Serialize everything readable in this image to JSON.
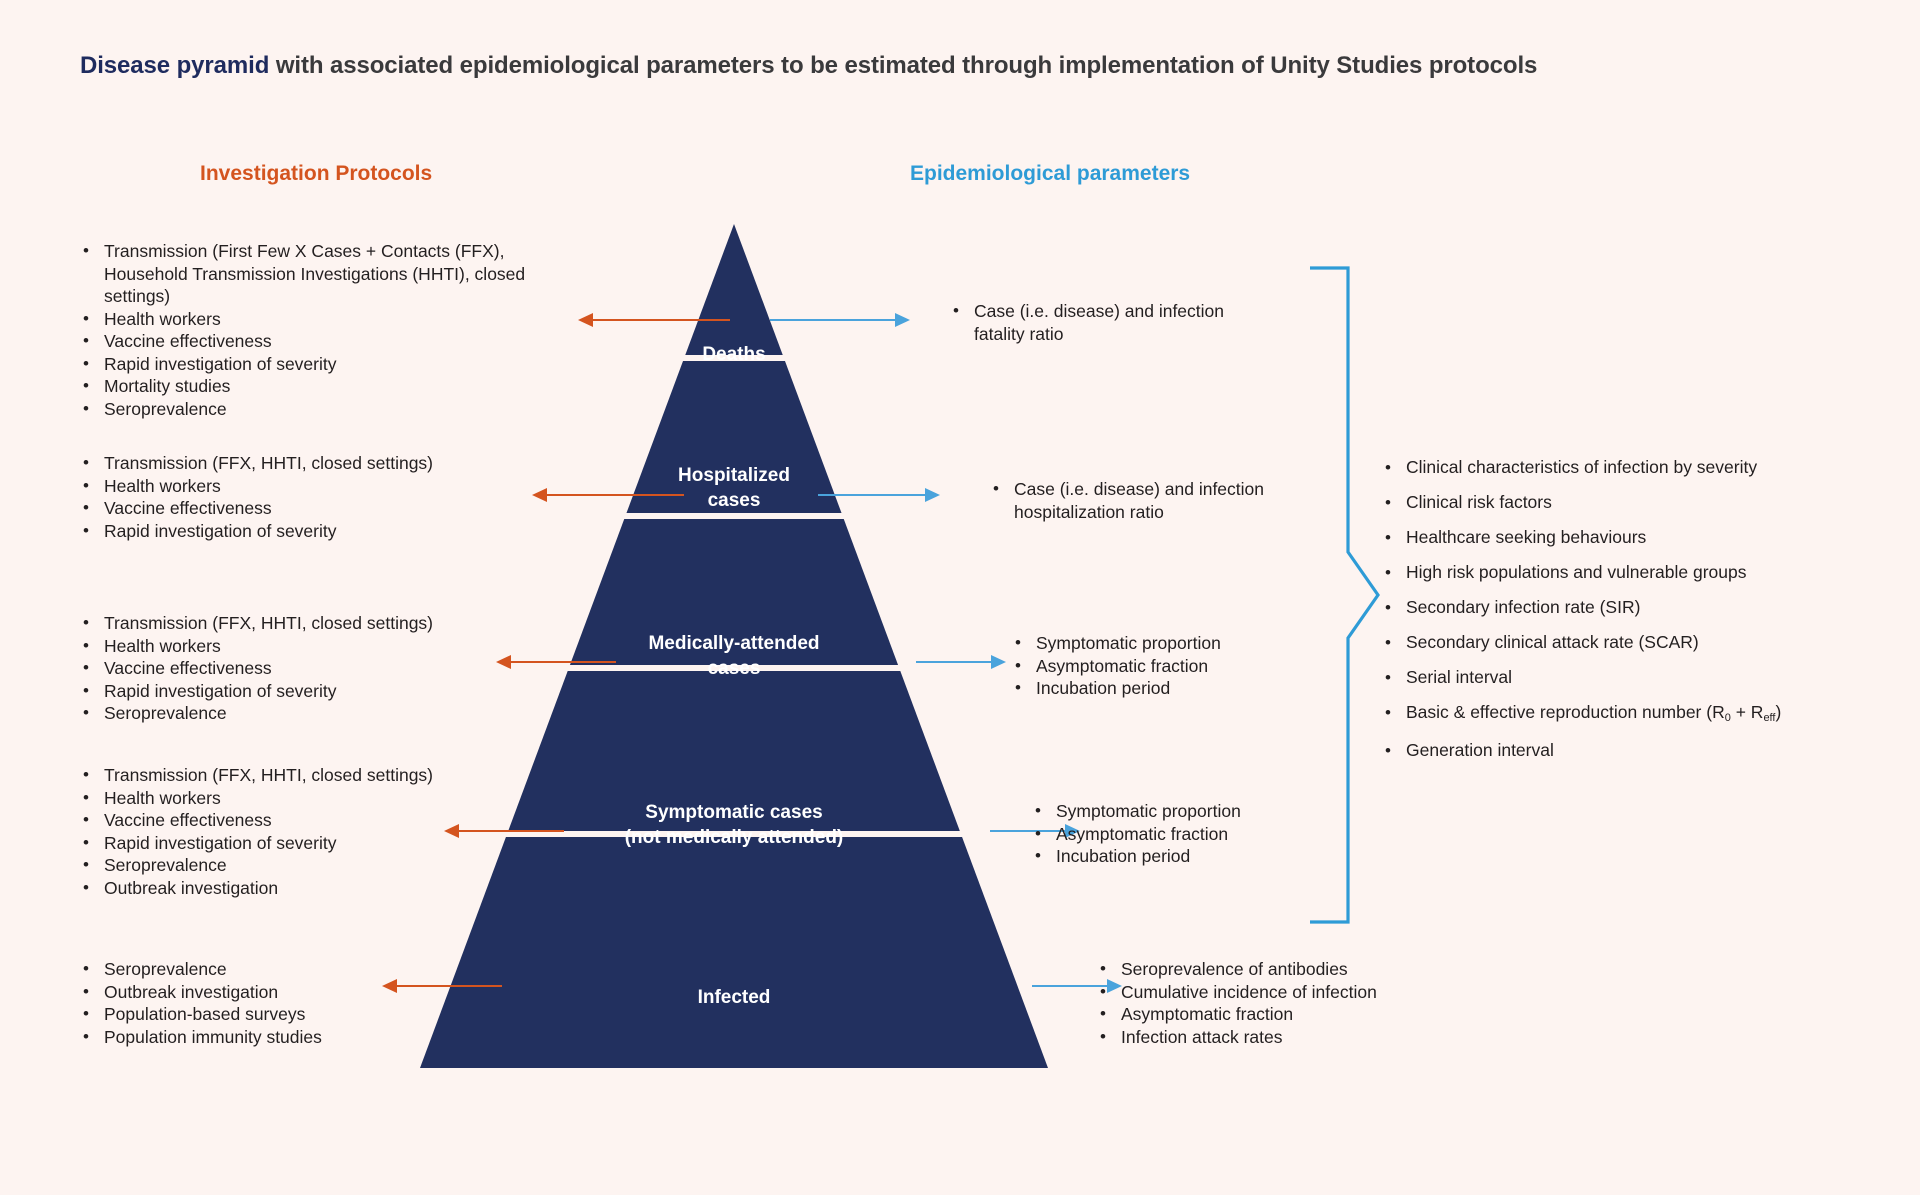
{
  "title": {
    "accent": "Disease pyramid",
    "rest": " with associated epidemiological parameters to be estimated through implementation of Unity Studies protocols"
  },
  "headers": {
    "protocols": "Investigation Protocols",
    "parameters": "Epidemiological parameters"
  },
  "colors": {
    "background": "#fdf4f1",
    "pyramid_navy": "#22305f",
    "orange": "#d4541f",
    "blue": "#4aa3dc",
    "title_navy": "#1e2b5e",
    "text": "#231f20"
  },
  "pyramid": {
    "tiers": [
      {
        "name": "deaths",
        "label": "Deaths"
      },
      {
        "name": "hospitalized",
        "label": "Hospitalized\ncases"
      },
      {
        "name": "medically-attended",
        "label": "Medically-attended\ncases"
      },
      {
        "name": "symptomatic",
        "label": "Symptomatic cases\n(not medically attended)"
      },
      {
        "name": "infected",
        "label": "Infected"
      }
    ]
  },
  "protocols": [
    {
      "tier": "deaths",
      "items": [
        "Transmission (First Few X Cases + Contacts (FFX), Household Transmission Investigations (HHTI), closed settings)",
        "Health workers",
        "Vaccine effectiveness",
        "Rapid investigation of severity",
        "Mortality studies",
        "Seroprevalence"
      ]
    },
    {
      "tier": "hospitalized",
      "items": [
        "Transmission (FFX, HHTI, closed settings)",
        "Health workers",
        "Vaccine effectiveness",
        "Rapid investigation of severity"
      ]
    },
    {
      "tier": "medically-attended",
      "items": [
        "Transmission (FFX, HHTI, closed settings)",
        "Health workers",
        "Vaccine effectiveness",
        "Rapid investigation of severity",
        "Seroprevalence"
      ]
    },
    {
      "tier": "symptomatic",
      "items": [
        "Transmission (FFX, HHTI, closed settings)",
        "Health workers",
        "Vaccine effectiveness",
        "Rapid investigation of severity",
        "Seroprevalence",
        "Outbreak investigation"
      ]
    },
    {
      "tier": "infected",
      "items": [
        "Seroprevalence",
        "Outbreak investigation",
        "Population-based surveys",
        "Population immunity studies"
      ]
    }
  ],
  "parameters": [
    {
      "tier": "deaths",
      "items": [
        "Case (i.e. disease) and infection fatality ratio"
      ]
    },
    {
      "tier": "hospitalized",
      "items": [
        "Case (i.e. disease) and infection hospitalization ratio"
      ]
    },
    {
      "tier": "medically-attended",
      "items": [
        "Symptomatic proportion",
        "Asymptomatic fraction",
        "Incubation period"
      ]
    },
    {
      "tier": "symptomatic",
      "items": [
        "Symptomatic proportion",
        "Asymptomatic fraction",
        "Incubation period"
      ]
    },
    {
      "tier": "infected",
      "items": [
        "Seroprevalence of antibodies",
        "Cumulative incidence of infection",
        "Asymptomatic fraction",
        "Infection attack rates"
      ]
    }
  ],
  "cross_cutting": {
    "items_html": [
      "Clinical characteristics of infection by severity",
      "Clinical risk factors",
      "Healthcare seeking behaviours",
      "High risk populations and vulnerable groups",
      "Secondary infection rate (SIR)",
      "Secondary clinical attack rate (SCAR)",
      "Serial interval",
      "Basic &amp; effective reproduction number (R<sub>0</sub> + R<sub>eff</sub>)",
      "Generation interval"
    ]
  }
}
